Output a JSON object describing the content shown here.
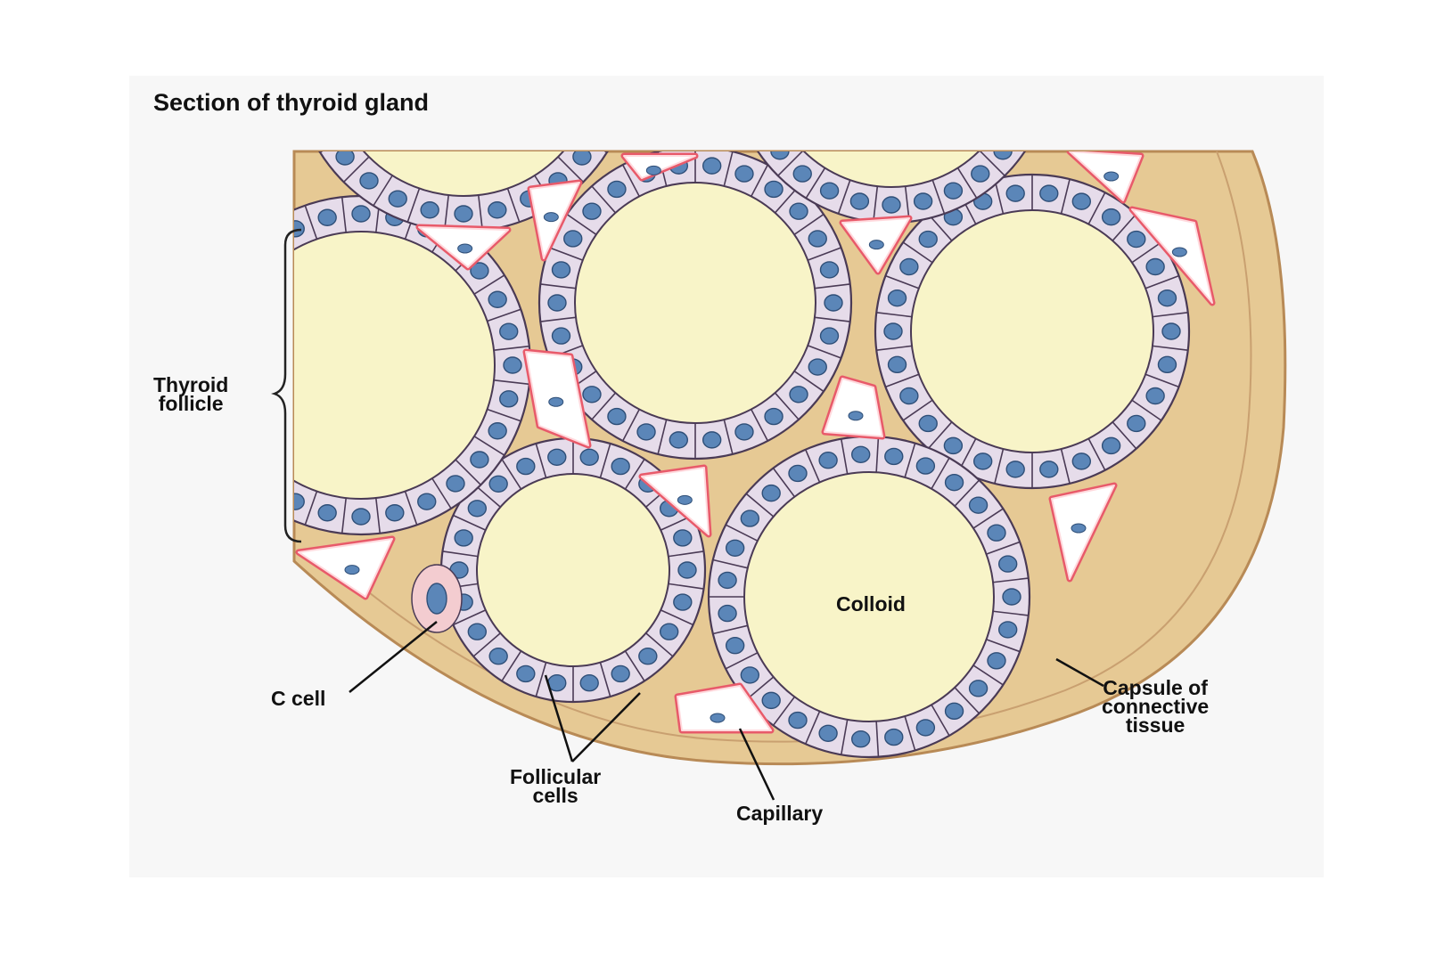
{
  "title": "Section of thyroid gland",
  "labels": {
    "thyroid_follicle_1": "Thyroid",
    "thyroid_follicle_2": "follicle",
    "colloid": "Colloid",
    "c_cell": "C cell",
    "follicular_cells_1": "Follicular",
    "follicular_cells_2": "cells",
    "capillary": "Capillary",
    "capsule_1": "Capsule of",
    "capsule_2": "connective",
    "capsule_3": "tissue"
  },
  "colors": {
    "colloid": "#f8f4c8",
    "cell_fill": "#e6dcea",
    "cell_stroke": "#4a3a55",
    "nucleus": "#5b86b8",
    "connective_tissue": "#e6c994",
    "capsule_edge": "#b88a56",
    "capillary_wall": "#e85a6a",
    "c_cell": "#f3ccd0"
  }
}
